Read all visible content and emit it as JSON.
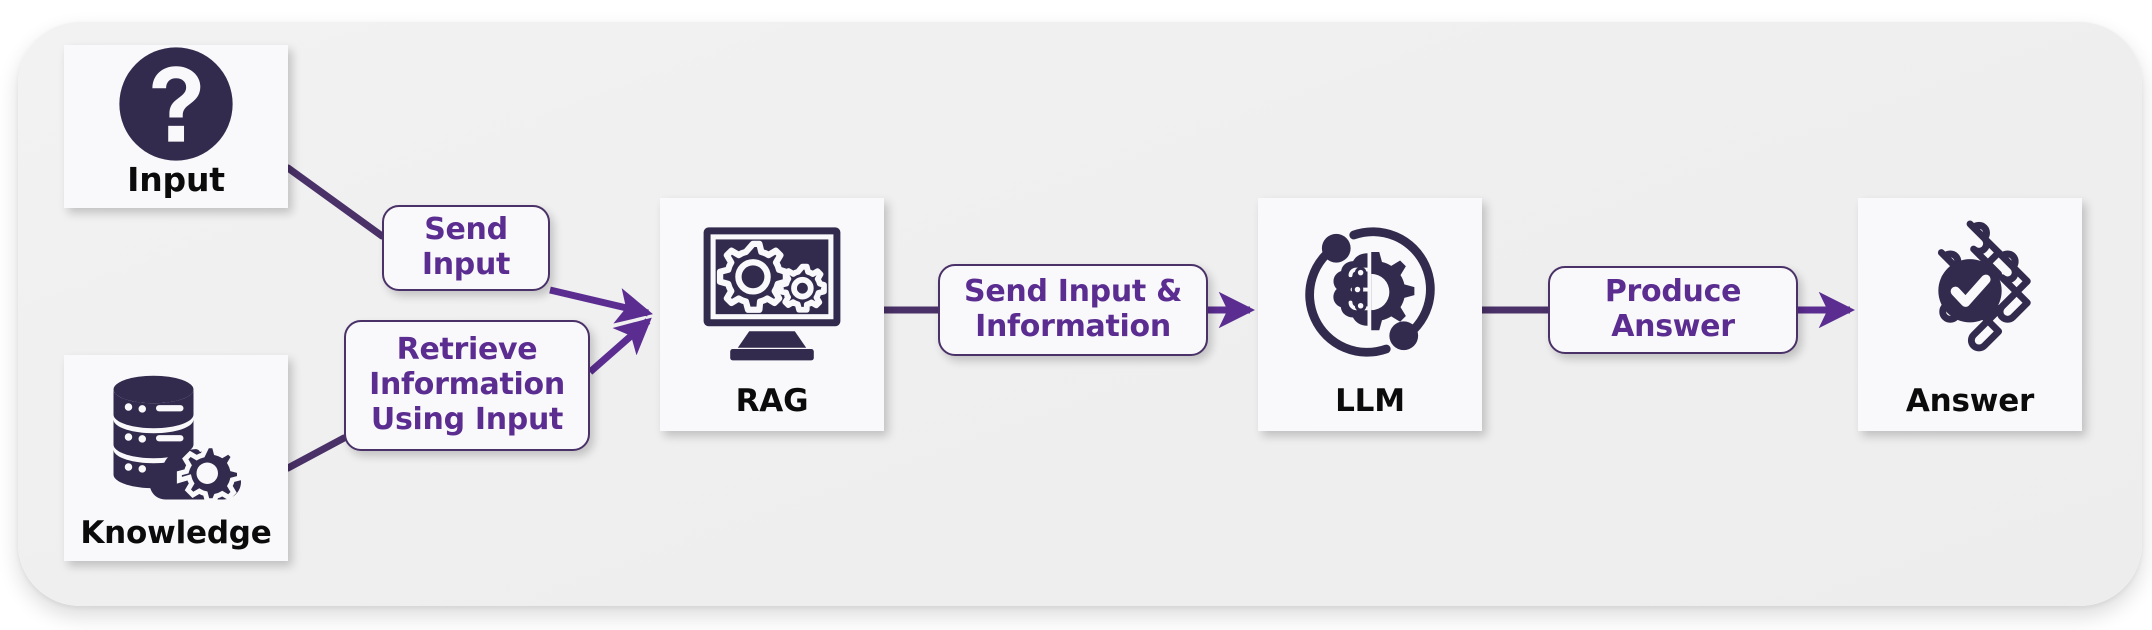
{
  "diagram": {
    "title": "RAG pipeline flow",
    "colors": {
      "panel_bg": "#efefef",
      "card_bg": "#f9f9fb",
      "icon_dark": "#332b4d",
      "accent_purple": "#5b2d91",
      "edge_purple": "#4a3168",
      "caption_text": "#0b0b0b"
    },
    "nodes": [
      {
        "id": "input",
        "label": "Input",
        "icon": "question-mark-circle-icon"
      },
      {
        "id": "knowledge",
        "label": "Knowledge",
        "icon": "database-stack-cloud-gear-icon"
      },
      {
        "id": "rag",
        "label": "RAG",
        "icon": "monitor-gears-icon"
      },
      {
        "id": "llm",
        "label": "LLM",
        "icon": "brain-gear-orbit-icon"
      },
      {
        "id": "answer",
        "label": "Answer",
        "icon": "puzzle-check-icon"
      }
    ],
    "edges": [
      {
        "id": "send-input",
        "from": "input",
        "to": "rag",
        "label": "Send Input",
        "lines": [
          "Send",
          "Input"
        ]
      },
      {
        "id": "retrieve",
        "from": "knowledge",
        "to": "rag",
        "label": "Retrieve Information Using Input",
        "lines": [
          "Retrieve",
          "Information",
          "Using Input"
        ]
      },
      {
        "id": "send-info",
        "from": "rag",
        "to": "llm",
        "label": "Send Input & Information",
        "lines": [
          "Send Input &",
          "Information"
        ]
      },
      {
        "id": "produce",
        "from": "llm",
        "to": "answer",
        "label": "Produce Answer",
        "lines": [
          "Produce",
          "Answer"
        ]
      }
    ]
  }
}
